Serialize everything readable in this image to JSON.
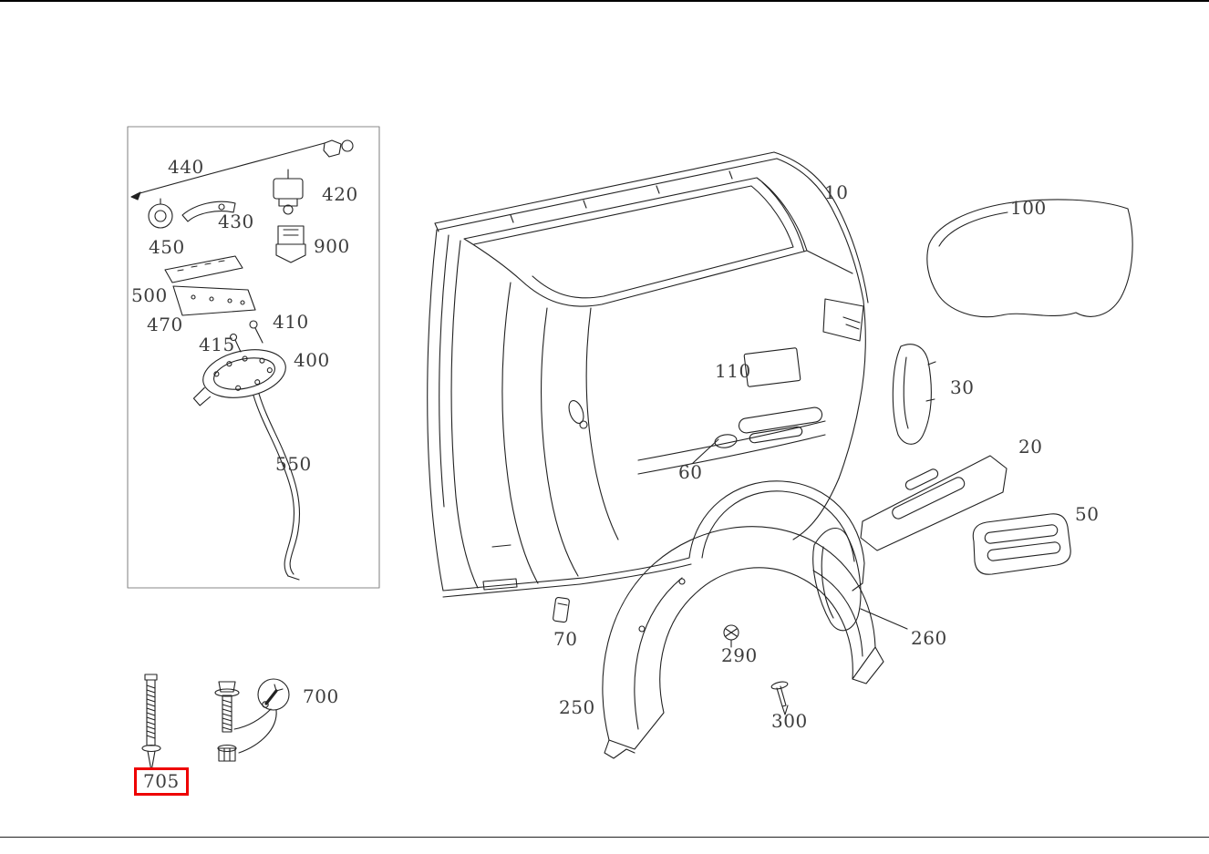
{
  "page": {
    "background_color": "#ffffff",
    "line_color": "#222222",
    "label_color": "#3d3d3d",
    "highlight_color": "#ee0000"
  },
  "diagram": {
    "kind": "exploded-parts-diagram-rear-quarter-panel",
    "highlighted_part": "705",
    "icons": {
      "tool": "wrench-icon"
    },
    "labels": {
      "p440": "440",
      "p420": "420",
      "p430": "430",
      "p450": "450",
      "p900": "900",
      "p500": "500",
      "p470": "470",
      "p410": "410",
      "p415": "415",
      "p400": "400",
      "p550": "550",
      "p10": "10",
      "p100": "100",
      "p110": "110",
      "p30": "30",
      "p20": "20",
      "p50": "50",
      "p60": "60",
      "p70": "70",
      "p250": "250",
      "p290": "290",
      "p300": "300",
      "p260": "260",
      "p700": "700",
      "p705": "705"
    }
  }
}
